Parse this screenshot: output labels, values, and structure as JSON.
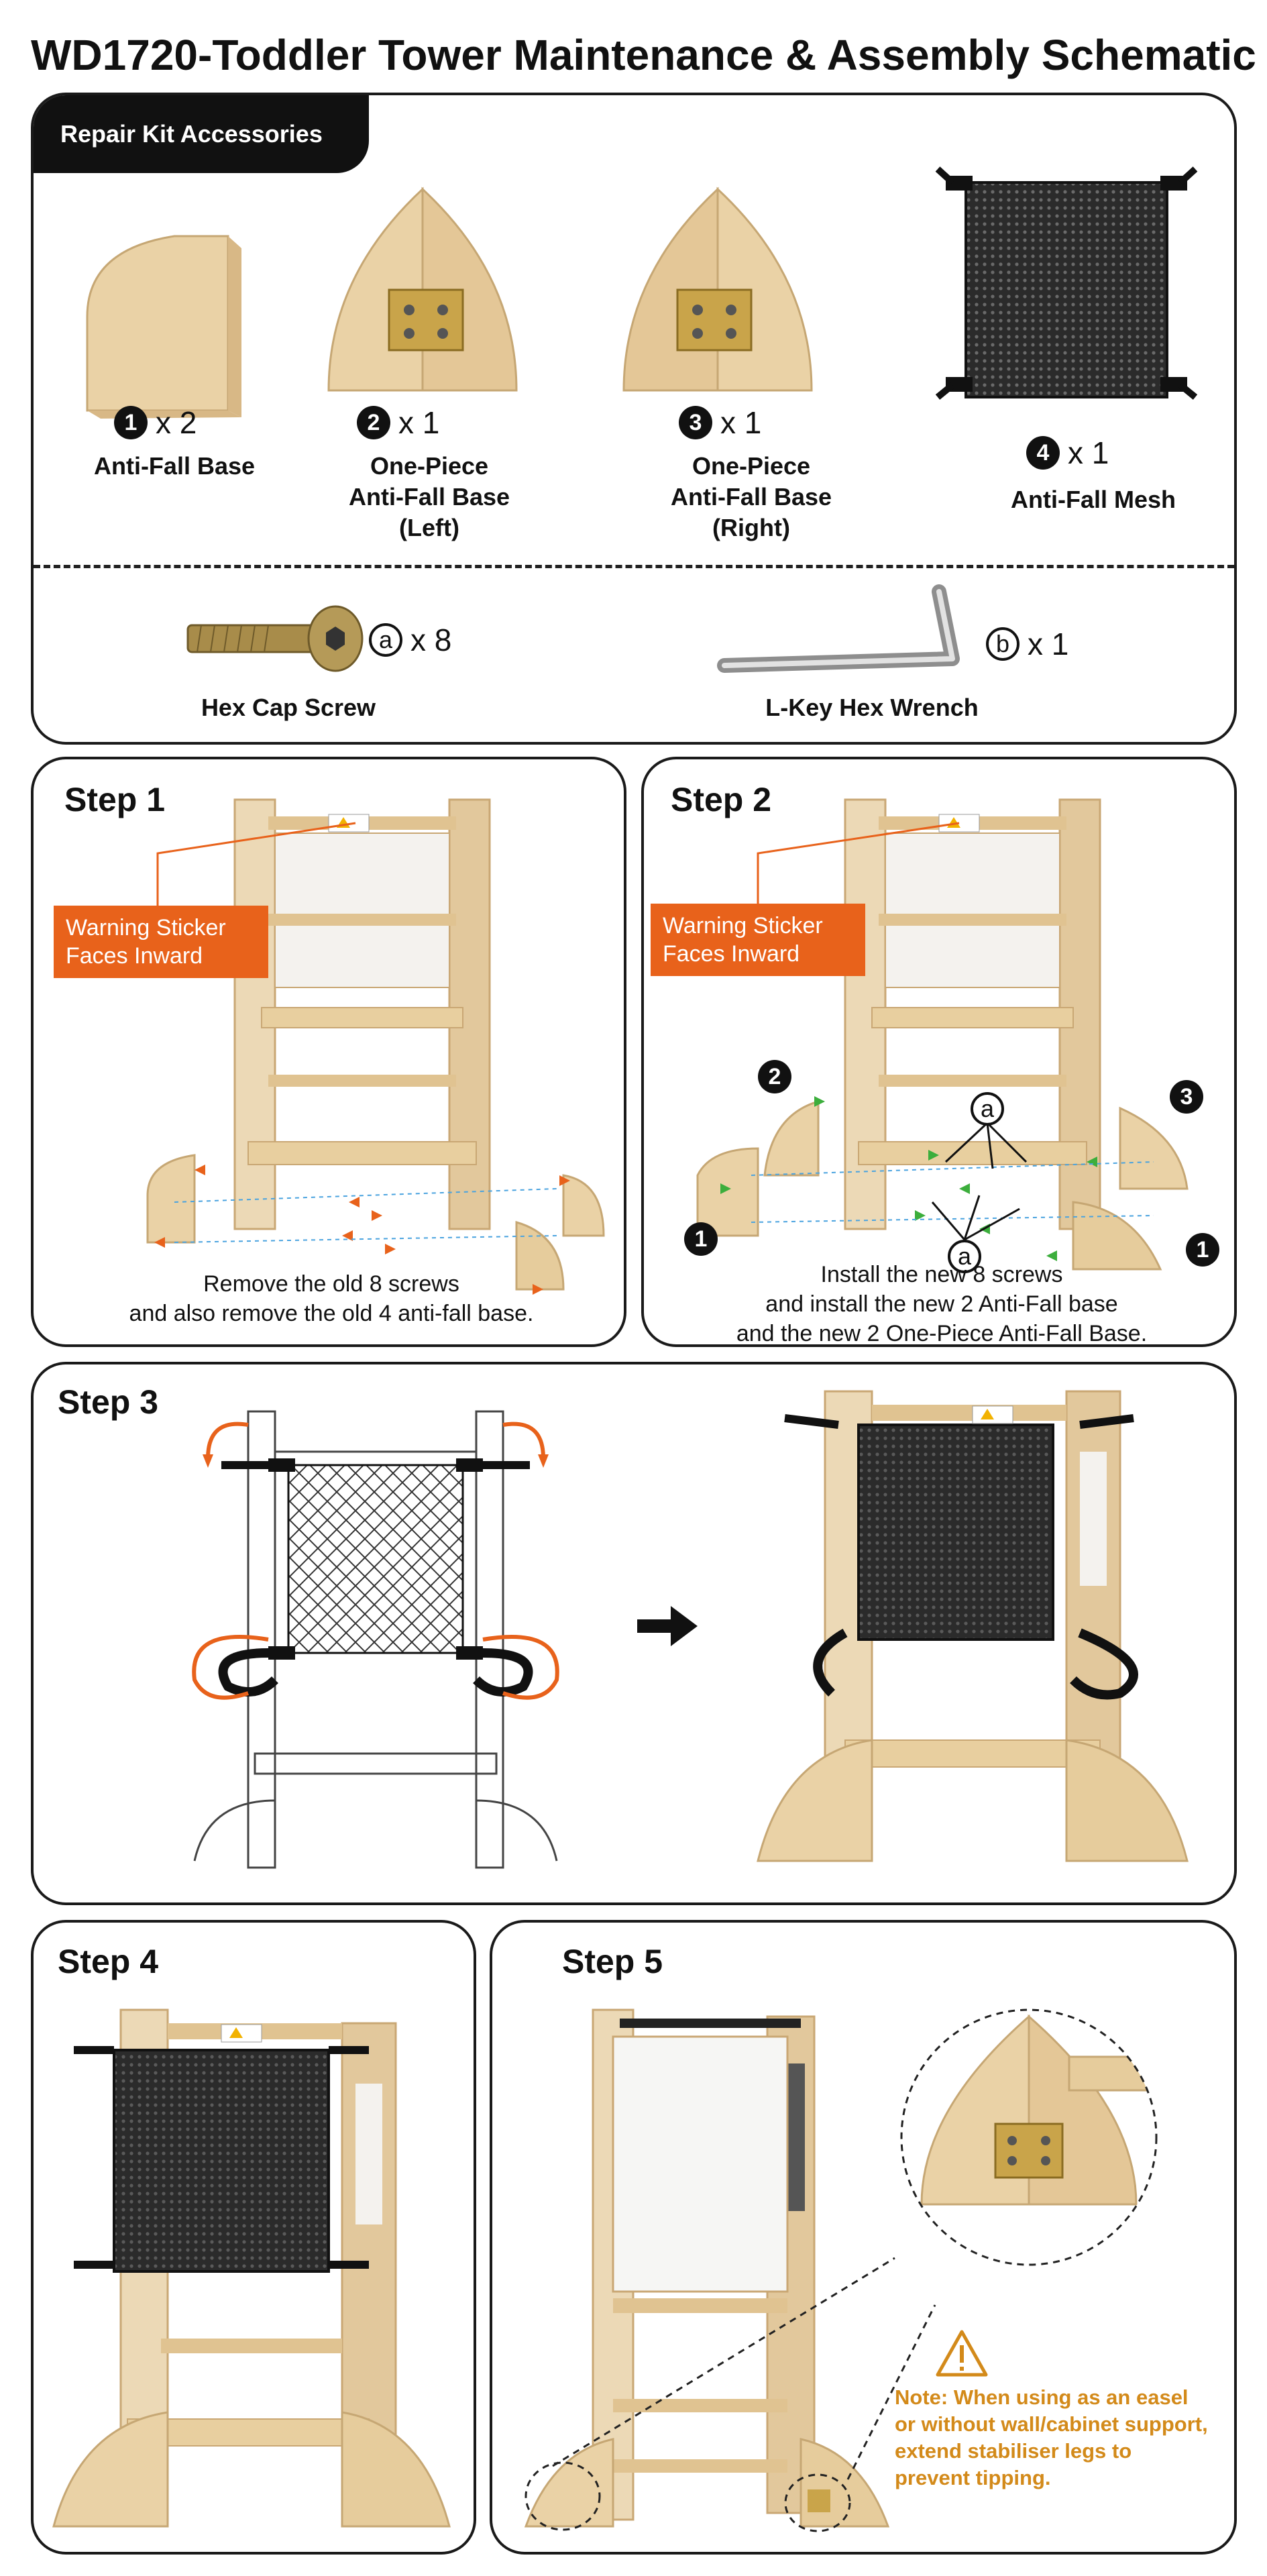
{
  "title": "WD1720-Toddler Tower Maintenance & Assembly Schematic",
  "kit": {
    "tab": "Repair Kit Accessories",
    "parts": [
      {
        "num": "1",
        "qty": "x 2",
        "label": "Anti-Fall Base"
      },
      {
        "num": "2",
        "qty": "x 1",
        "label": "One-Piece\nAnti-Fall Base\n(Left)"
      },
      {
        "num": "3",
        "qty": "x 1",
        "label": "One-Piece\nAnti-Fall Base\n(Right)"
      },
      {
        "num": "4",
        "qty": "x 1",
        "label": "Anti-Fall Mesh"
      }
    ],
    "hardware": [
      {
        "letter": "a",
        "qty": "x 8",
        "label": "Hex Cap Screw"
      },
      {
        "letter": "b",
        "qty": "x 1",
        "label": "L-Key Hex Wrench"
      }
    ]
  },
  "step1": {
    "title": "Step 1",
    "warning": "Warning Sticker\nFaces Inward",
    "caption": "Remove the old 8 screws\nand also remove the old 4 anti-fall base."
  },
  "step2": {
    "title": "Step 2",
    "warning": "Warning Sticker\nFaces Inward",
    "caption": "Install the new 8 screws\nand install the new 2 Anti-Fall base\nand the new 2 One-Piece Anti-Fall Base.",
    "callouts": [
      "2",
      "3",
      "1",
      "1",
      "a",
      "a"
    ]
  },
  "step3": {
    "title": "Step 3"
  },
  "step4": {
    "title": "Step 4"
  },
  "step5": {
    "title": "Step 5",
    "note": "Note: When using as an easel\nor without wall/cabinet support,\nextend stabiliser legs to\nprevent tipping."
  },
  "colors": {
    "accent": "#e8621b",
    "note": "#d38a1a",
    "wood": "#ecd9b6",
    "mesh": "#2b2b2b"
  }
}
